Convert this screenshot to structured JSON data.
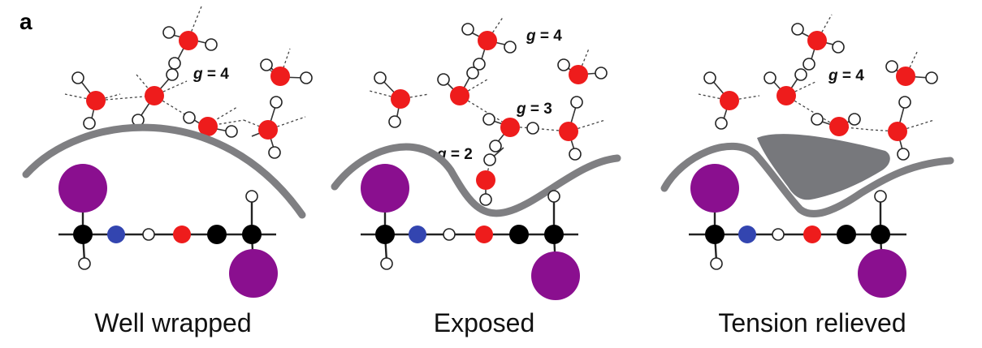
{
  "panel_letter": "a",
  "panels": [
    {
      "caption": "Well wrapped",
      "labels": [
        {
          "var": "g",
          "rest": " = 4"
        }
      ]
    },
    {
      "caption": "Exposed",
      "labels": [
        {
          "var": "g",
          "rest": " = 4"
        },
        {
          "var": "g",
          "rest": " = 3"
        },
        {
          "var": "g",
          "rest": " = 2"
        }
      ]
    },
    {
      "caption": "Tension relieved",
      "labels": [
        {
          "var": "g",
          "rest": " = 4"
        }
      ]
    }
  ],
  "colors": {
    "oxygen": "#ee1c1c",
    "hydrogen": "#ffffff",
    "carbon": "#000000",
    "nitrogen": "#3345b0",
    "side_chain": "#8a0f8f",
    "wrapper": "#7f7f82"
  }
}
